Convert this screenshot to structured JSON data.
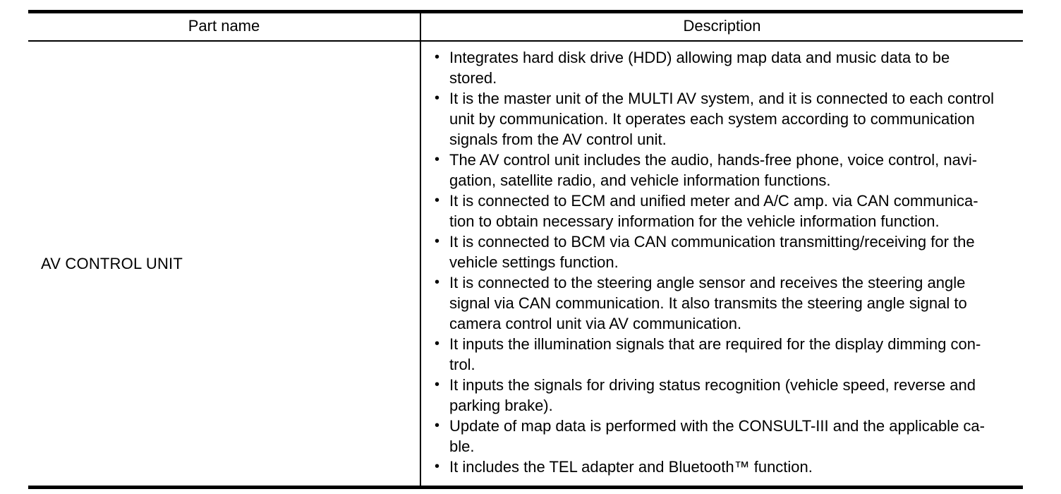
{
  "table": {
    "headers": {
      "part_name": "Part name",
      "description": "Description"
    },
    "rows": [
      {
        "part_name": "AV CONTROL UNIT",
        "description_bullets": [
          [
            "Integrates hard disk drive (HDD) allowing map data and music data to be",
            "stored."
          ],
          [
            "It is the master unit of the MULTI AV system, and it is connected to each control",
            "unit by communication. It operates each system according to communication",
            "signals from the AV control unit."
          ],
          [
            "The AV control unit includes the audio, hands-free phone, voice control, navi-",
            "gation, satellite radio, and vehicle information functions."
          ],
          [
            "It is connected to ECM and unified meter and A/C amp. via CAN communica-",
            "tion to obtain necessary information for the vehicle information function."
          ],
          [
            "It is connected to BCM via CAN communication transmitting/receiving for the",
            "vehicle settings function."
          ],
          [
            "It is connected to the steering angle sensor and receives the steering angle",
            "signal via CAN communication. It also transmits the steering angle signal to",
            "camera control unit via AV communication."
          ],
          [
            "It inputs the illumination signals that are required for the display dimming con-",
            "trol."
          ],
          [
            "It inputs the signals for driving status recognition (vehicle speed, reverse and",
            "parking brake)."
          ],
          [
            "Update of map data is performed with the CONSULT-III and the applicable ca-",
            "ble."
          ],
          [
            "It includes the TEL adapter and Bluetooth™ function."
          ]
        ]
      }
    ]
  }
}
